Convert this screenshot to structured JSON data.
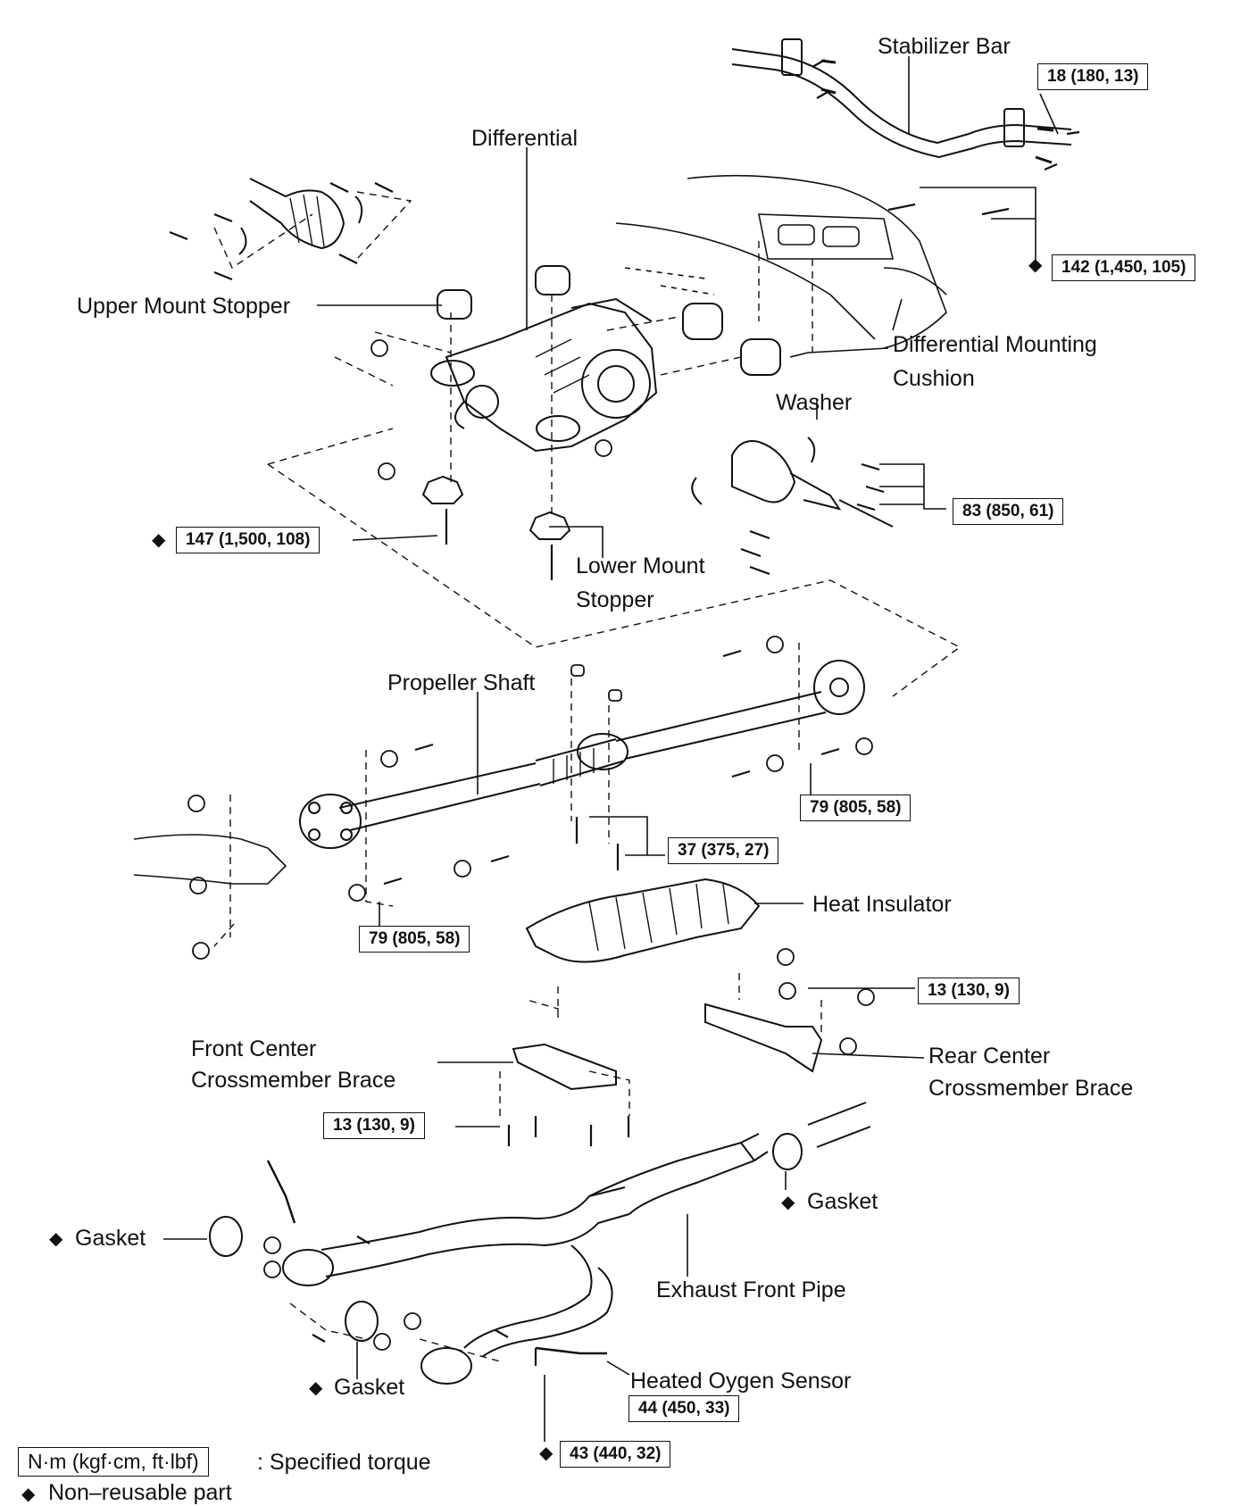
{
  "labels": {
    "stabilizer_bar": "Stabilizer Bar",
    "differential": "Differential",
    "upper_mount_stopper": "Upper Mount Stopper",
    "diff_mounting_cushion_1": "Differential Mounting",
    "diff_mounting_cushion_2": "Cushion",
    "washer": "Washer",
    "lower_mount_stopper_1": "Lower Mount",
    "lower_mount_stopper_2": "Stopper",
    "propeller_shaft": "Propeller Shaft",
    "heat_insulator": "Heat Insulator",
    "front_brace_1": "Front Center",
    "front_brace_2": "Crossmember Brace",
    "rear_brace_1": "Rear Center",
    "rear_brace_2": "Crossmember Brace",
    "gasket_right": "Gasket",
    "gasket_left": "Gasket",
    "gasket_bottom": "Gasket",
    "exhaust_front_pipe": "Exhaust Front Pipe",
    "heated_oxygen_sensor": "Heated Oygen Sensor"
  },
  "torques": {
    "stabilizer": "18 (180, 13)",
    "cushion_bolts": "142 (1,450, 105)",
    "lower_stopper_bolt": "147 (1,500, 108)",
    "driveshaft_bolts": "83 (850, 61)",
    "prop_rear_flange": "79 (805, 58)",
    "center_bearing": "37 (375, 27)",
    "prop_front_flange": "79 (805, 58)",
    "rear_brace": "13 (130, 9)",
    "front_brace": "13 (130, 9)",
    "oxygen_sensor": "44 (450, 33)",
    "exhaust_nut": "43 (440, 32)"
  },
  "symbols": {
    "non_reusable": "◆"
  },
  "legend": {
    "unit_box": "N·m (kgf·cm, ft·lbf)",
    "unit_desc": ": Specified torque",
    "non_reusable_desc": "Non–reusable part"
  }
}
